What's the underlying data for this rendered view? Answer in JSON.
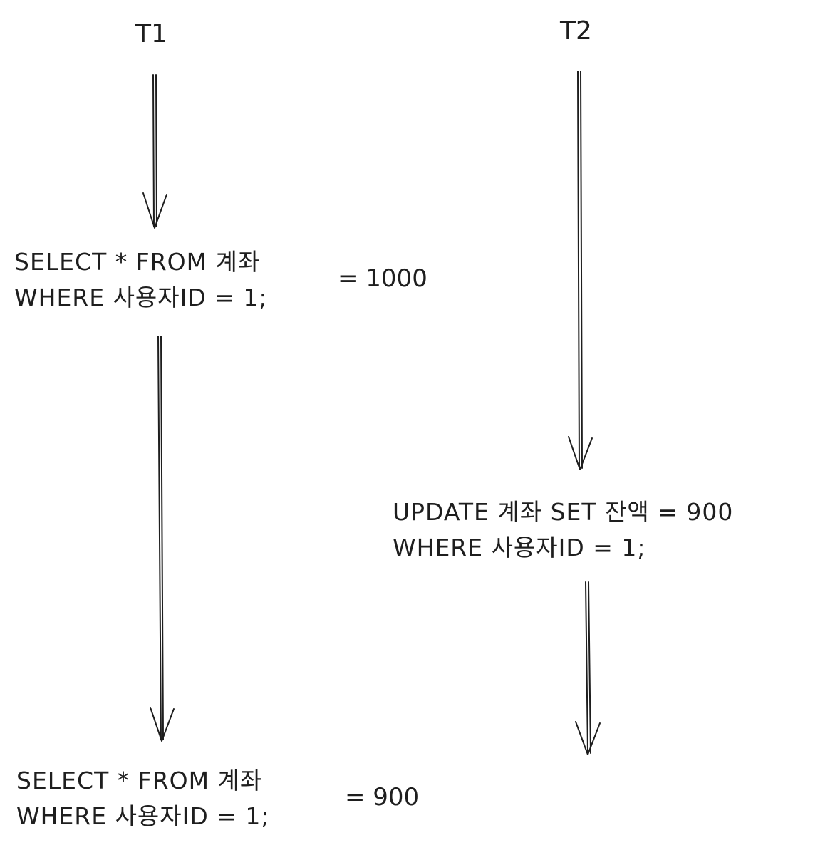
{
  "headers": {
    "t1": "T1",
    "t2": "T2"
  },
  "t1": {
    "first_query": {
      "line1": "SELECT * FROM 계좌",
      "line2": "WHERE 사용자ID = 1;",
      "result": "= 1000"
    },
    "second_query": {
      "line1": "SELECT * FROM 계좌",
      "line2": "WHERE 사용자ID = 1;",
      "result": "= 900"
    }
  },
  "t2": {
    "update_query": {
      "line1": "UPDATE 계좌 SET 잔액 = 900",
      "line2": "WHERE 사용자ID = 1;"
    }
  }
}
